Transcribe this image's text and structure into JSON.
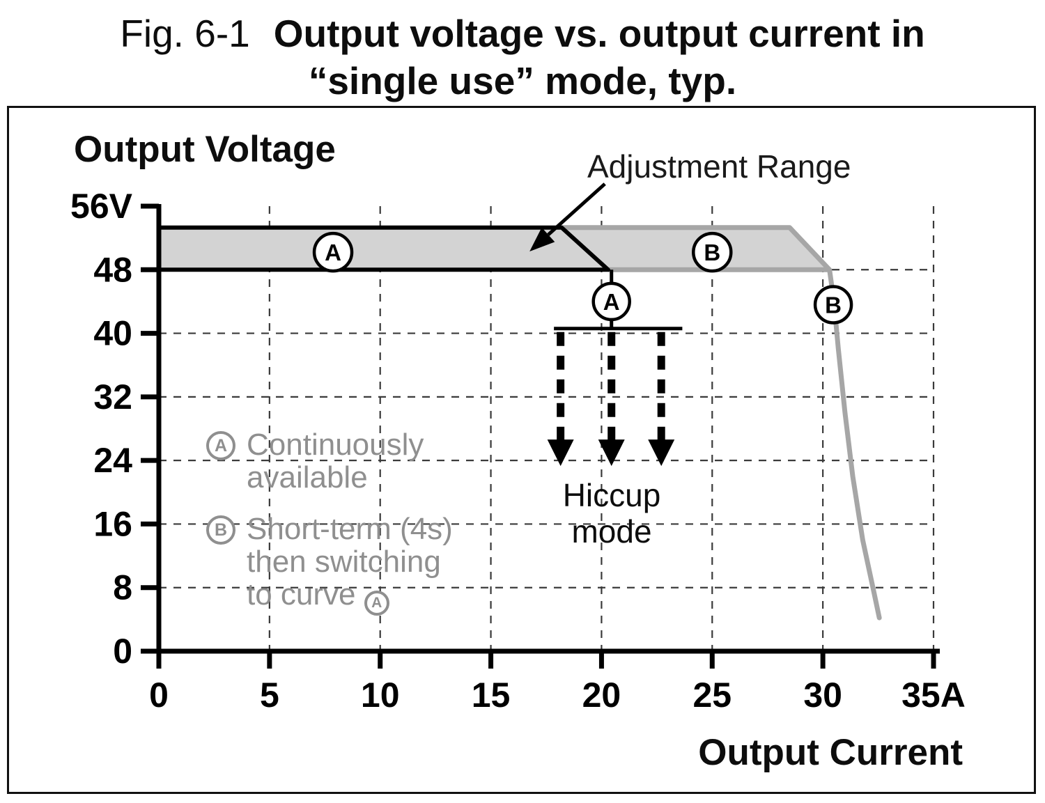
{
  "figure": {
    "label": "Fig. 6-1",
    "title_line1": "Output voltage vs. output current in",
    "title_line2": "“single use” mode, typ."
  },
  "labels": {
    "y_axis_title": "Output Voltage",
    "x_axis_title": "Output Current",
    "adjustment_range": "Adjustment Range"
  },
  "legend": {
    "a": {
      "symbol": "A",
      "text": "Continuously\navailable"
    },
    "b": {
      "symbol": "B",
      "text": "Short-term (4s)\nthen switching\nto curve",
      "suffix_symbol": "A"
    }
  },
  "chart_data": {
    "type": "line",
    "title": "Output voltage vs. output current in “single use” mode, typ.",
    "xlabel": "Output Current",
    "ylabel": "Output Voltage",
    "x_unit": "A",
    "y_unit": "V",
    "xlim": [
      0,
      35
    ],
    "ylim": [
      0,
      56
    ],
    "xticks": [
      {
        "v": 0,
        "label": "0"
      },
      {
        "v": 5,
        "label": "5"
      },
      {
        "v": 10,
        "label": "10"
      },
      {
        "v": 15,
        "label": "15"
      },
      {
        "v": 20,
        "label": "20"
      },
      {
        "v": 25,
        "label": "25"
      },
      {
        "v": 30,
        "label": "30"
      },
      {
        "v": 35,
        "label": "35A"
      }
    ],
    "yticks": [
      {
        "v": 0,
        "label": "0"
      },
      {
        "v": 8,
        "label": "8"
      },
      {
        "v": 16,
        "label": "16"
      },
      {
        "v": 24,
        "label": "24"
      },
      {
        "v": 32,
        "label": "32"
      },
      {
        "v": 40,
        "label": "40"
      },
      {
        "v": 48,
        "label": "48"
      },
      {
        "v": 56,
        "label": "56V"
      }
    ],
    "grid": {
      "x": [
        5,
        10,
        15,
        20,
        25,
        30,
        35
      ],
      "y": [
        8,
        16,
        24,
        32,
        40,
        48
      ],
      "ytop": 56,
      "xright": 35
    },
    "colors": {
      "band_fill": "#d3d3d3",
      "curve_a": "#000000",
      "curve_b": "#a6a6a6"
    },
    "bands": [
      {
        "name": "adjustment-band-A",
        "fill": [
          [
            0,
            53.3
          ],
          [
            18.2,
            53.3
          ],
          [
            20.3,
            48
          ],
          [
            0,
            48
          ]
        ]
      },
      {
        "name": "adjustment-band-B",
        "fill": [
          [
            18.2,
            53.3
          ],
          [
            28.5,
            53.3
          ],
          [
            30.3,
            48
          ],
          [
            20.3,
            48
          ]
        ]
      }
    ],
    "strokes": [
      {
        "name": "curve-b-top-edge",
        "color": "curve_b",
        "width": 7,
        "points": [
          [
            18.2,
            53.3
          ],
          [
            28.5,
            53.3
          ],
          [
            30.3,
            48
          ]
        ]
      },
      {
        "name": "curve-b-bottom-edge",
        "color": "curve_b",
        "width": 7,
        "points": [
          [
            20.3,
            48
          ],
          [
            30.3,
            48
          ]
        ]
      },
      {
        "name": "curve-b-foldback",
        "color": "curve_b",
        "width": 7,
        "cap": "round",
        "points": [
          [
            30.3,
            48
          ],
          [
            30.5,
            44
          ],
          [
            30.7,
            38
          ],
          [
            31.0,
            30
          ],
          [
            31.35,
            22
          ],
          [
            31.8,
            14
          ],
          [
            32.3,
            7.5
          ],
          [
            32.55,
            4.2
          ]
        ]
      },
      {
        "name": "curve-a-outline",
        "color": "curve_a",
        "width": 6,
        "points": [
          [
            0,
            48
          ],
          [
            0,
            53.3
          ],
          [
            18.2,
            53.3
          ],
          [
            20.3,
            48
          ],
          [
            0,
            48
          ]
        ]
      },
      {
        "name": "curve-a-drop",
        "color": "curve_a",
        "width": 5,
        "points": [
          [
            20.45,
            48
          ],
          [
            20.45,
            40.6
          ]
        ]
      }
    ],
    "hiccup": {
      "bar_y": 40.6,
      "x_from": 17.85,
      "x_to": 23.65,
      "arrows_x": [
        18.15,
        20.45,
        22.7
      ],
      "tip_y": 23.3,
      "label": "Hiccup\nmode"
    },
    "adjust_arrow": {
      "from": [
        20.15,
        58.8
      ],
      "to": [
        16.75,
        50.3
      ]
    },
    "markers": [
      {
        "label": "A",
        "x": 7.87,
        "y": 50.2,
        "r": 27
      },
      {
        "label": "B",
        "x": 25.0,
        "y": 50.2,
        "r": 27
      },
      {
        "label": "A",
        "x": 20.45,
        "y": 44.0,
        "r": 26
      },
      {
        "label": "B",
        "x": 30.47,
        "y": 43.6,
        "r": 26
      }
    ]
  }
}
